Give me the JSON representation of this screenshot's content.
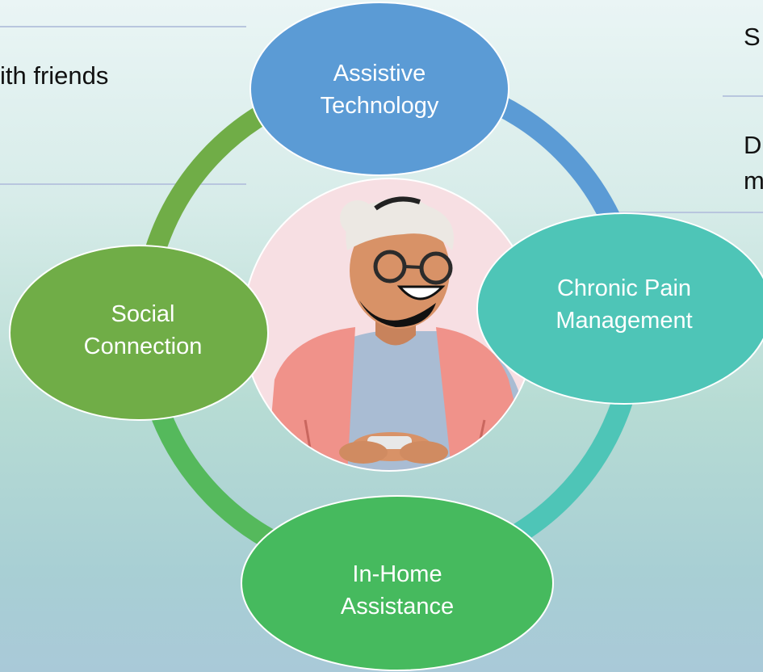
{
  "side_text": {
    "left_line": "ith friends",
    "right_line_1": "S",
    "right_line_2a": "D",
    "right_line_2b": "m"
  },
  "colors": {
    "blue": "#5b9bd5",
    "teal": "#4ec5b7",
    "green_dark": "#70ad47",
    "green_light": "#46ba5e",
    "center_bg": "#f7dfe3"
  },
  "diagram": {
    "center_image": "elderly-woman-with-phone-illustration",
    "nodes": [
      {
        "id": "top",
        "lines": [
          "Assistive",
          "Technology"
        ]
      },
      {
        "id": "right",
        "lines": [
          "Chronic Pain",
          "Management"
        ]
      },
      {
        "id": "bottom",
        "lines": [
          "In-Home",
          "Assistance"
        ]
      },
      {
        "id": "left",
        "lines": [
          "Social",
          "Connection"
        ]
      }
    ]
  }
}
